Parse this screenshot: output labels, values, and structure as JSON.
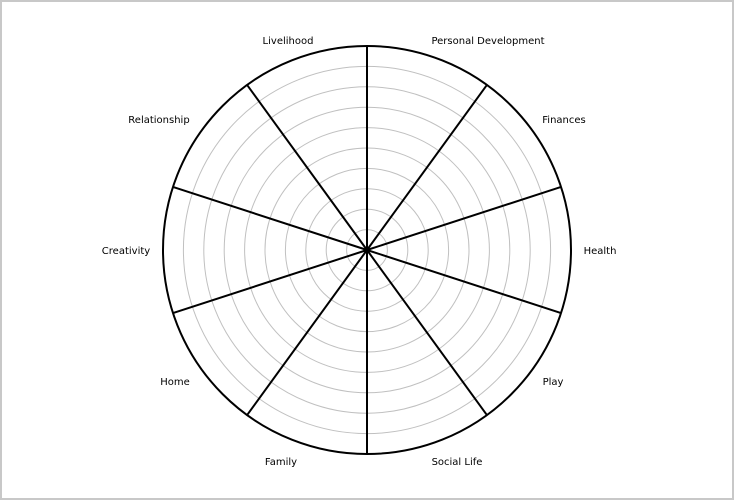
{
  "chart_data": {
    "type": "radar",
    "title": "",
    "categories": [
      "Personal Development",
      "Finances",
      "Health",
      "Play",
      "Social Life",
      "Family",
      "Home",
      "Creativity",
      "Relationship",
      "Livelihood"
    ],
    "scale_range": [
      0,
      10
    ],
    "ring_count": 10,
    "series": [],
    "grid": true,
    "colors": {
      "spokes": "#000000",
      "rings": "#c0c0c0",
      "outer": "#000000"
    }
  }
}
